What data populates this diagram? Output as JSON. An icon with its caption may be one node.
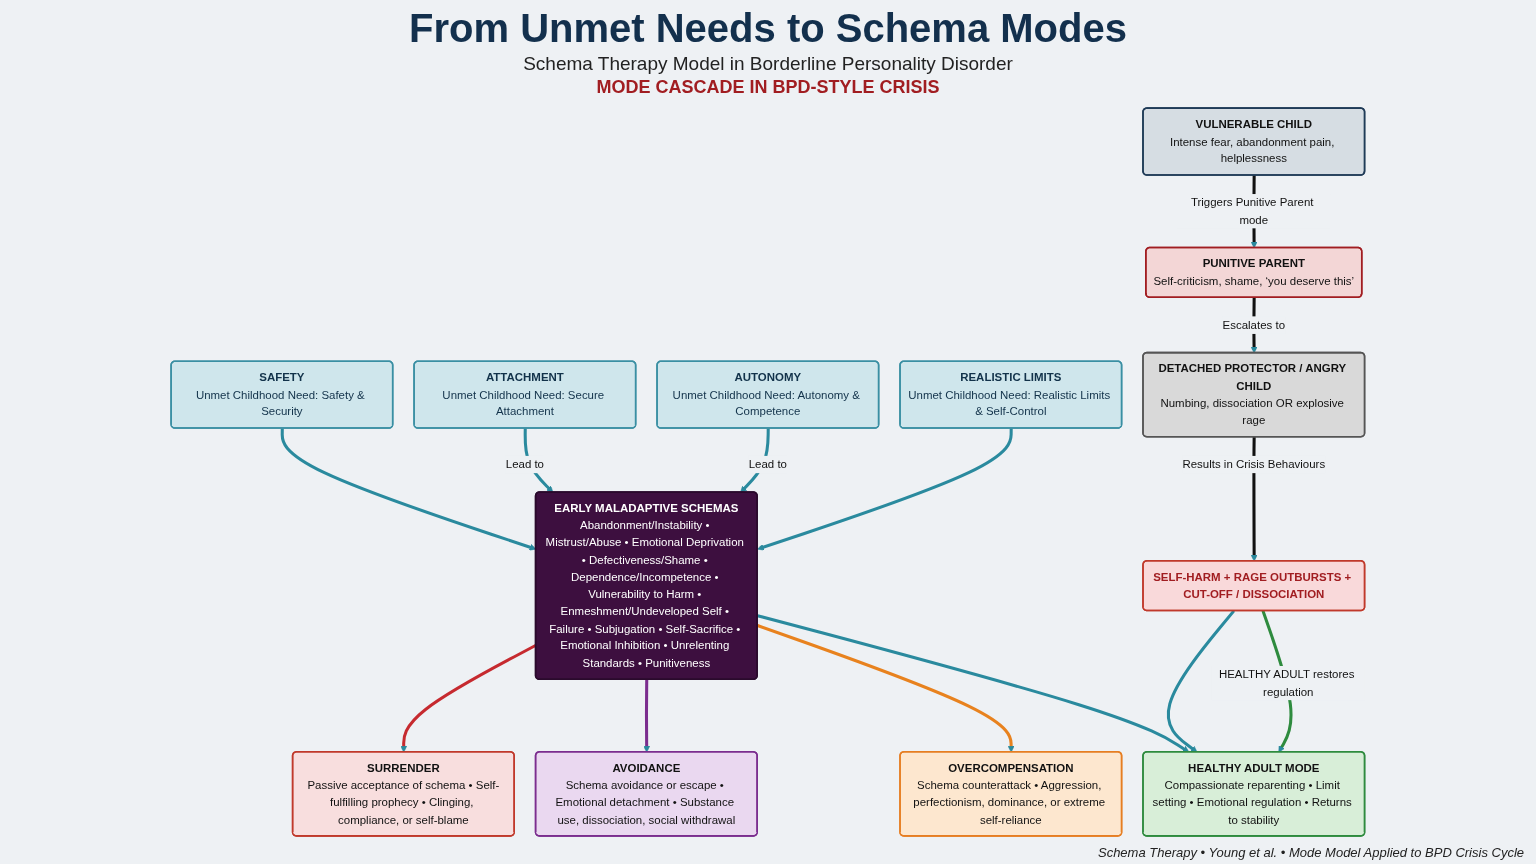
{
  "diagram": {
    "title": "From Unmet Needs to Schema Modes",
    "nodes": [
      {
        "text": [
          "SAFETY",
          "Unmet Childhood Need: Safety & Security"
        ]
      },
      {
        "text": [
          "ATTACHMENT",
          "Unmet Childhood Need: Secure Attachment"
        ]
      },
      {
        "text": [
          "AUTONOMY",
          "Unmet Childhood Need: Autonomy & Competence"
        ]
      },
      {
        "text": [
          "REALISTIC LIMITS",
          "Unmet Childhood Need: Realistic Limits & Self-Control"
        ]
      },
      {
        "text": [
          "EARLY MALADAPTIVE SCHEMAS",
          "Abandonment/Instability • Mistrust/Abuse • Emotional Deprivation • Defectiveness/Shame • Dependence/Incompetence • Vulnerability to Harm • Enmeshment/Undeveloped Self • Failure • Subjugation • Self-Sacrifice • Emotional Inhibition • Unrelenting Standards • Punitiveness"
        ]
      },
      {
        "text": [
          "HEALTHY ADULT MODE",
          "Compassionate reparenting • Limit setting • Emotional regulation • Returns to stability"
        ]
      },
      {
        "text": [
          "SURRENDER",
          "Passive acceptance of schema • Self-fulfilling prophecy • Clinging, compliance, or self-blame"
        ]
      },
      {
        "text": [
          "AVOIDANCE",
          "Schema avoidance or escape • Emotional detachment • Substance use, dissociation, social withdrawal"
        ]
      },
      {
        "text": [
          "OVERCOMPENSATION",
          "Schema counterattack • Aggression, perfectionism, dominance, or extreme self-reliance"
        ]
      },
      {
        "text": [
          "VULNERABLE CHILD",
          "Intense fear, abandonment pain, helplessness"
        ]
      },
      {
        "text": [
          "PUNITIVE PARENT",
          "Self-criticism, shame, ‘you deserve this’"
        ]
      },
      {
        "text": [
          "DETACHED PROTECTOR / ANGRY CHILD",
          "Numbing, dissociation OR explosive rage"
        ]
      },
      {
        "text": [
          "SELF-HARM + RAGE OUTBURSTS + CUT-OFF / DISSOCIATION"
        ]
      }
    ],
    "edges": [
      {
        "from": 0,
        "to": 4,
        "arrow": "to"
      },
      {
        "from": 1,
        "to": 4,
        "arrow": "to",
        "label": "Lead to"
      },
      {
        "from": 2,
        "to": 4,
        "arrow": "to",
        "label": "Lead to"
      },
      {
        "from": 3,
        "to": 4,
        "arrow": "to"
      },
      {
        "from": 4,
        "to": 6,
        "arrow": "to",
        "color": "#c62a2f"
      },
      {
        "from": 4,
        "to": 7,
        "arrow": "to",
        "color": "#7b2d8e"
      },
      {
        "from": 4,
        "to": 8,
        "arrow": "to",
        "color": "#e8821e"
      },
      {
        "from": 4,
        "to": 5,
        "arrow": "to"
      },
      {
        "from": 12,
        "to": 5,
        "arrow": "to"
      },
      {
        "from": 12,
        "to": 5,
        "arrow": "to",
        "color": "#2e8b3e",
        "label": "HEALTHY ADULT restores regulation"
      },
      {
        "from": 9,
        "to": 10,
        "arrow": "to",
        "color": "#111111",
        "label": "Triggers Punitive Parent mode"
      },
      {
        "from": 10,
        "to": 11,
        "arrow": "to",
        "color": "#111111",
        "label": "Escalates to"
      },
      {
        "from": 11,
        "to": 12,
        "arrow": "to",
        "color": "#111111",
        "label": "Results in Crisis Behaviours"
      }
    ],
    "labels": [
      "Schema Therapy Model in Borderline Personality Disorder",
      "MODE CASCADE IN BPD-STYLE CRISIS"
    ],
    "caption": "Schema Therapy • Young et al. • Mode Model Applied to BPD Crisis Cycle"
  }
}
